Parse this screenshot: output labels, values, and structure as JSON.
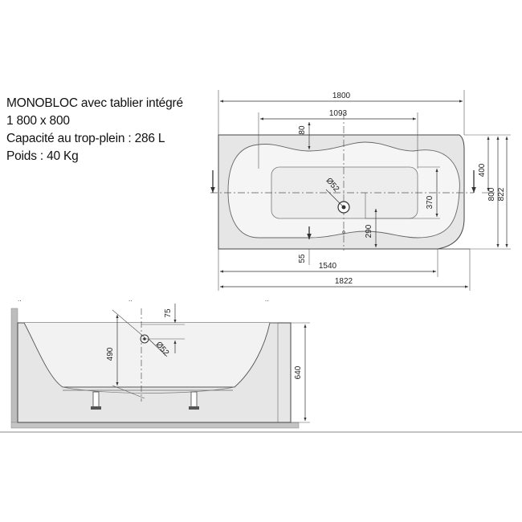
{
  "specs": {
    "line1": "MONOBLOC avec tablier intégré",
    "line2": "1 800 x 800",
    "line3": "Capacité au trop-plein : 286 L",
    "line4": "Poids : 40 Kg"
  },
  "top_view": {
    "dim_overall_length": "1800",
    "dim_inner_width": "1093",
    "dim_top_offset": "80",
    "dim_right_400": "400",
    "dim_right_800": "800",
    "dim_right_822": "822",
    "dim_inner_370": "370",
    "dim_drain_290": "290",
    "dim_drain_diameter": "Ø52",
    "dim_bottom_55": "55",
    "dim_length_1540": "1540",
    "dim_length_1822": "1822"
  },
  "side_view": {
    "dim_75": "75",
    "dim_490": "490",
    "dim_overflow_diameter": "Ø52",
    "dim_height_640": "640"
  }
}
